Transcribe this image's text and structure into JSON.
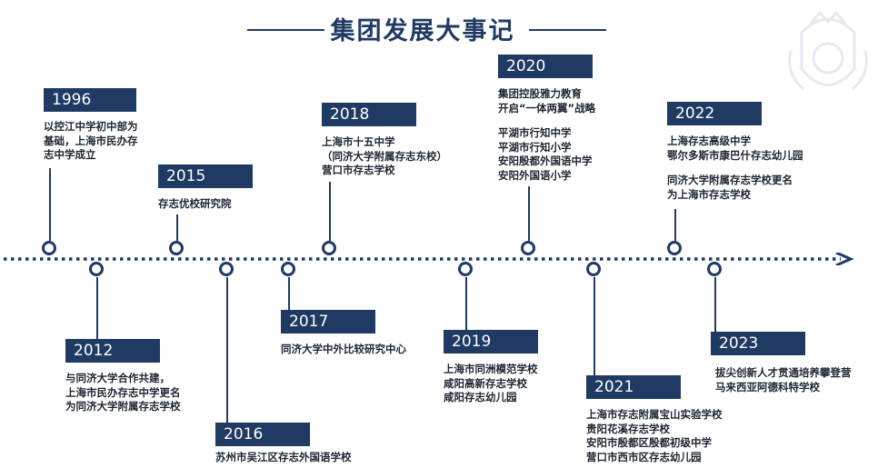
{
  "title": "集团发展大事记",
  "colors": {
    "navy": "#1f3a63",
    "text": "#1e2633"
  },
  "events": [
    {
      "year": "1996",
      "lines": [
        "以控江中学初中部为",
        "基础，上海市民办存",
        "志中学成立"
      ]
    },
    {
      "year": "2012",
      "lines": [
        "与同济大学合作共建，",
        "上海市民办存志中学更名",
        "为同济大学附属存志学校"
      ]
    },
    {
      "year": "2015",
      "lines": [
        "存志优校研究院"
      ]
    },
    {
      "year": "2016",
      "lines": [
        "苏州市吴江区存志外国语学校"
      ]
    },
    {
      "year": "2017",
      "lines": [
        "同济大学中外比较研究中心"
      ]
    },
    {
      "year": "2018",
      "lines": [
        "上海市十五中学",
        "（同济大学附属存志东校）",
        "营口市存志学校"
      ]
    },
    {
      "year": "2019",
      "lines": [
        "上海市同洲模范学校",
        "咸阳高新存志学校",
        "咸阳存志幼儿园"
      ]
    },
    {
      "year": "2020",
      "lines": [
        "集团控股雅力教育",
        "开启“一体两翼”战略"
      ],
      "lines2": [
        "平湖市行知中学",
        "平湖市行知小学",
        "安阳殷都外国语中学",
        "安阳外国语小学"
      ]
    },
    {
      "year": "2021",
      "lines": [
        "上海市存志附属宝山实验学校",
        "贵阳花溪存志学校",
        "安阳市殷都区殷都初级中学",
        "营口市西市区存志幼儿园"
      ]
    },
    {
      "year": "2022",
      "lines": [
        "上海存志高级中学",
        "鄂尔多斯市康巴什存志幼儿园"
      ],
      "lines2": [
        "同济大学附属存志学校更名",
        "为上海市存志学校"
      ]
    },
    {
      "year": "2023",
      "lines": [
        "拔尖创新人才贯通培养攀登营",
        "马来西亚阿德科特学校"
      ]
    }
  ]
}
